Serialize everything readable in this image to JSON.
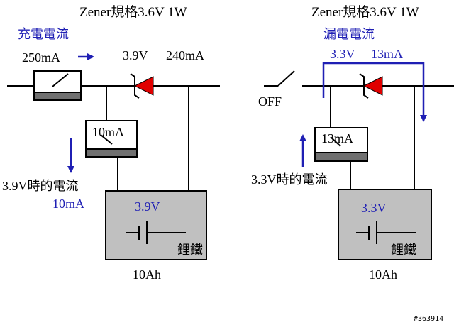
{
  "colors": {
    "wire": "#000000",
    "accent_blue": "#1f1fb4",
    "zener_red": "#e00000",
    "battery_fill": "#c0c0c0",
    "meter_band": "#707070",
    "switch_band": "#707070",
    "text_black": "#000000"
  },
  "left": {
    "spec_title": "Zener規格3.6V 1W",
    "charge_label": "充電電流",
    "charge_current": "250mA",
    "zener_voltage": "3.9V",
    "zener_current": "240mA",
    "meter_value": "10mA",
    "caption_line1": "3.9V時的電流",
    "caption_line2": "10mA",
    "battery_voltage": "3.9V",
    "battery_chem": "鋰鐵",
    "battery_capacity": "10Ah"
  },
  "right": {
    "spec_title": "Zener規格3.6V 1W",
    "leak_label": "漏電電流",
    "switch_state": "OFF",
    "loop_voltage": "3.3V",
    "loop_current": "13mA",
    "meter_value": "13mA",
    "caption": "3.3V時的電流",
    "battery_voltage": "3.3V",
    "battery_chem": "鋰鐵",
    "battery_capacity": "10Ah"
  },
  "watermark": "#363914"
}
